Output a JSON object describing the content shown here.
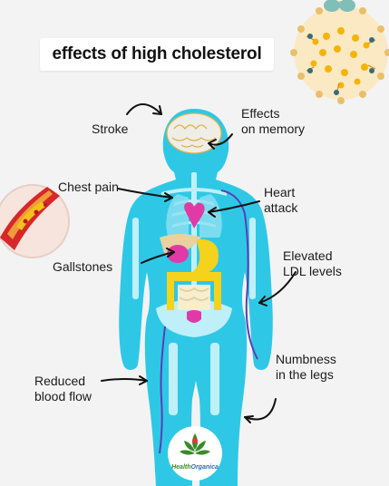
{
  "title": "effects of high cholesterol",
  "labels": {
    "stroke": "Stroke",
    "memory": "Effects\non memory",
    "chest_pain": "Chest pain",
    "heart_attack": "Heart\nattack",
    "gallstones": "Gallstones",
    "ldl": "Elevated\nLDL levels",
    "numbness": "Numbness\nin the legs",
    "blood_flow": "Reduced\nblood flow"
  },
  "logo": {
    "text_a": "Health",
    "text_b": "Organica"
  },
  "colors": {
    "background": "#f3f3f3",
    "body": "#2ec8e6",
    "skeleton": "#bfeff8",
    "organ_magenta": "#e03aa6",
    "organ_yellow": "#f5d21c",
    "artery_red": "#d6282a",
    "plaque_yellow": "#f2c21a",
    "vein_purple": "#5a3fb5"
  }
}
